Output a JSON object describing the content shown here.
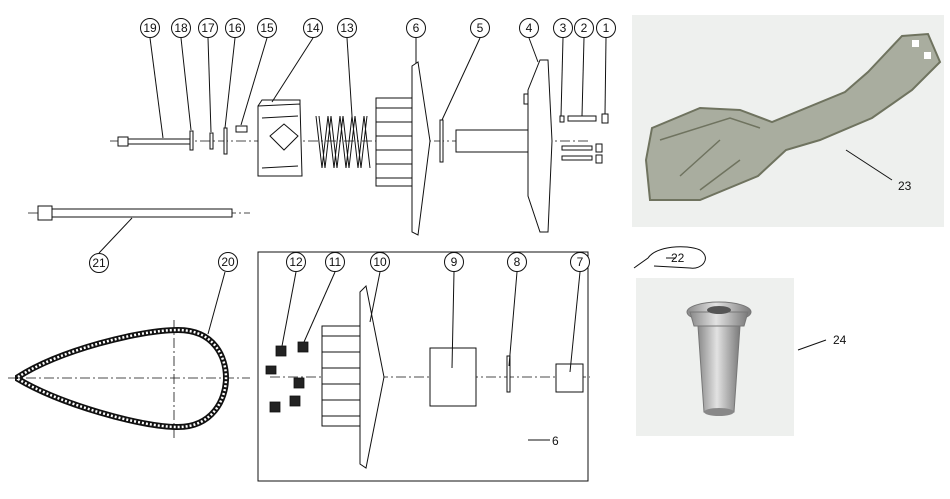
{
  "diagram": {
    "callouts": [
      {
        "id": "c1",
        "label": "1"
      },
      {
        "id": "c2",
        "label": "2"
      },
      {
        "id": "c3",
        "label": "3"
      },
      {
        "id": "c4",
        "label": "4"
      },
      {
        "id": "c5",
        "label": "5"
      },
      {
        "id": "c6a",
        "label": "6"
      },
      {
        "id": "c7",
        "label": "7"
      },
      {
        "id": "c8",
        "label": "8"
      },
      {
        "id": "c9",
        "label": "9"
      },
      {
        "id": "c10",
        "label": "10"
      },
      {
        "id": "c11",
        "label": "11"
      },
      {
        "id": "c12",
        "label": "12"
      },
      {
        "id": "c13",
        "label": "13"
      },
      {
        "id": "c14",
        "label": "14"
      },
      {
        "id": "c15",
        "label": "15"
      },
      {
        "id": "c16",
        "label": "16"
      },
      {
        "id": "c17",
        "label": "17"
      },
      {
        "id": "c18",
        "label": "18"
      },
      {
        "id": "c19",
        "label": "19"
      },
      {
        "id": "c20",
        "label": "20"
      },
      {
        "id": "c21",
        "label": "21"
      }
    ],
    "plain_labels": {
      "box_6": "6",
      "part_22": "22",
      "part_23": "23",
      "part_24": "24"
    },
    "photo_colors": {
      "bracket_fill": "#a9ad9f",
      "bracket_edge": "#6f735f",
      "photo_bg": "#eef0ee",
      "bushing_light": "#d9d9d9",
      "bushing_dark": "#8a8a8a"
    }
  }
}
